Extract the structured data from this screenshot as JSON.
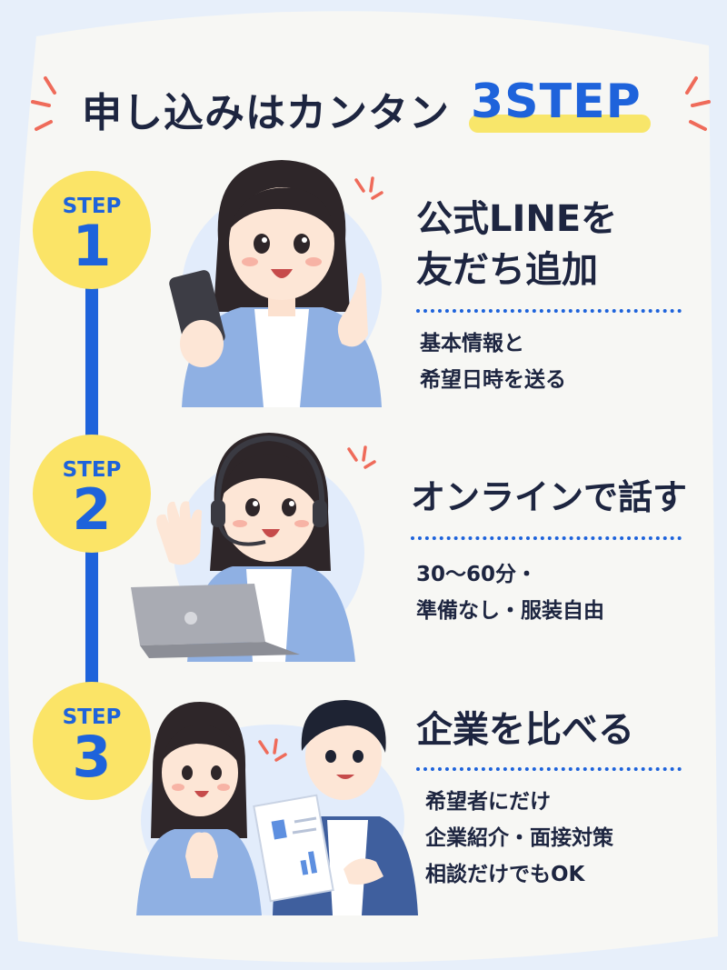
{
  "title": {
    "main": "申し込みはカンタン",
    "accent": "3STEP"
  },
  "steps": [
    {
      "label": "STEP",
      "number": "1",
      "heading_line1": "公式LINEを",
      "heading_line2": "友だち追加",
      "desc_line1": "基本情報と",
      "desc_line2": "希望日時を送る"
    },
    {
      "label": "STEP",
      "number": "2",
      "heading_line1": "オンラインで話す",
      "desc_line1": "30〜60分・",
      "desc_line2": "準備なし・服装自由"
    },
    {
      "label": "STEP",
      "number": "3",
      "heading_line1": "企業を比べる",
      "desc_line1": "希望者にだけ",
      "desc_line2": "企業紹介・面接対策",
      "desc_line3": "相談だけでもOK"
    }
  ],
  "colors": {
    "accent_blue": "#1e63db",
    "badge_yellow": "#fbe467",
    "highlight_yellow": "#f8e66a",
    "text_navy": "#1d2540",
    "background": "#f7f7f4",
    "outer_bg": "#e7effa",
    "cardigan_blue": "#8fb0e3",
    "spark_red": "#ef6b5a"
  }
}
